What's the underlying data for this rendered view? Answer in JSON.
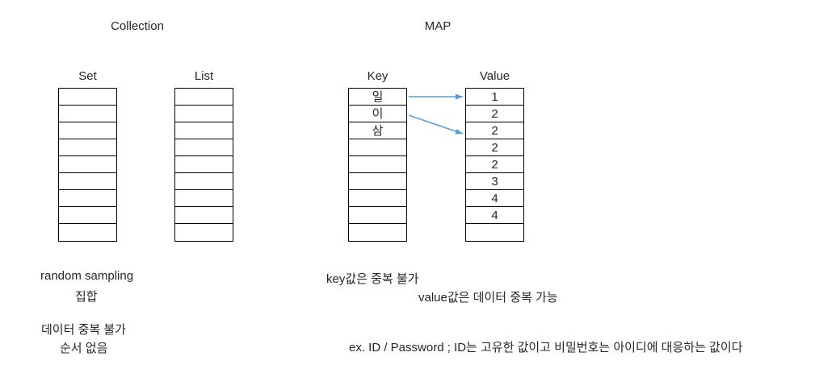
{
  "titles": {
    "collection": "Collection",
    "map": "MAP"
  },
  "columns": {
    "set": {
      "label": "Set",
      "cells": [
        "",
        "",
        "",
        "",
        "",
        "",
        "",
        "",
        ""
      ]
    },
    "list": {
      "label": "List",
      "cells": [
        "",
        "",
        "",
        "",
        "",
        "",
        "",
        "",
        ""
      ]
    },
    "key": {
      "label": "Key",
      "cells": [
        "일",
        "이",
        "삼",
        "",
        "",
        "",
        "",
        "",
        ""
      ]
    },
    "value": {
      "label": "Value",
      "cells": [
        "1",
        "2",
        "2",
        "2",
        "2",
        "3",
        "4",
        "4",
        ""
      ]
    }
  },
  "arrows": {
    "mappings": [
      {
        "from_key": "일",
        "from_row": 1,
        "to_value": "1",
        "to_row": 1
      },
      {
        "from_key": "이",
        "from_row": 2,
        "to_value": "2",
        "to_row": 3
      }
    ]
  },
  "notes": {
    "collection": {
      "random_sampling": "random sampling",
      "set_korean": "집합",
      "no_duplicate": "데이터 중복 불가",
      "no_order": "순서 없음"
    },
    "map": {
      "key_unique": "key값은 중복 불가",
      "value_duplicates_ok": "value값은 데이터 중복 가능",
      "example": "ex. ID / Password ; ID는 고유한 값이고 비밀번호는 아이디에 대응하는 값이다"
    }
  },
  "colors": {
    "background": "#ffffff",
    "border": "#000000",
    "text": "#262626",
    "arrow": "#5b9bd5"
  }
}
